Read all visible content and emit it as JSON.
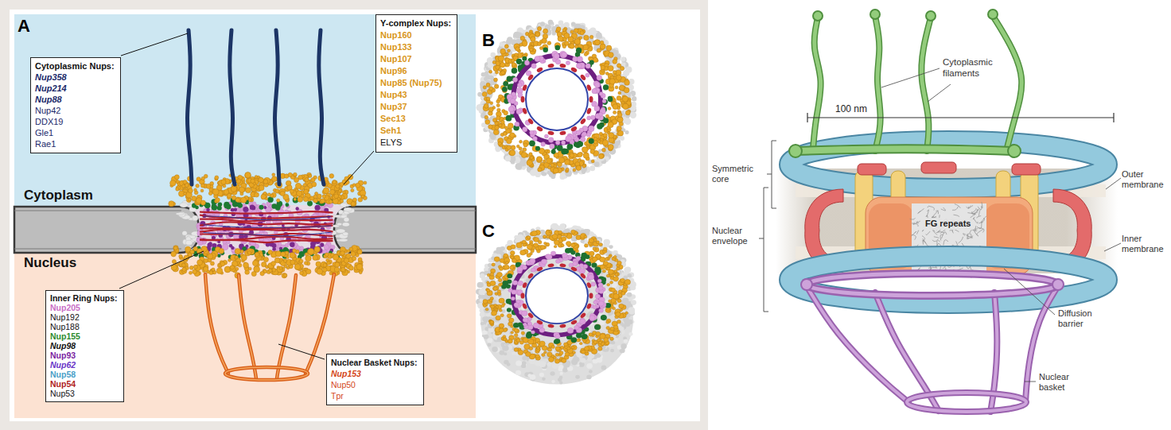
{
  "diagram": {
    "nodes": [
      {
        "text": [
          "Cytoplasmic Nups:",
          "Nup358",
          "Nup214",
          "Nup88",
          "Nup42",
          "DDX19",
          "Gle1",
          "Rae1"
        ]
      },
      {
        "text": [
          "Y-complex Nups:",
          "Nup160",
          "Nup133",
          "Nup107",
          "Nup96",
          "Nup85 (Nup75)",
          "Nup43",
          "Nup37",
          "Sec13",
          "Seh1",
          "ELYS"
        ]
      },
      {
        "text": [
          "Inner Ring Nups:",
          "Nup205",
          "Nup192",
          "Nup188",
          "Nup155",
          "Nup98",
          "Nup93",
          "Nup62",
          "Nup58",
          "Nup54",
          "Nup53"
        ]
      },
      {
        "text": [
          "Nuclear Basket Nups:",
          "Nup153",
          "Nup50",
          "Tpr"
        ]
      },
      {
        "text": [
          "FG repeats"
        ]
      }
    ],
    "labels": [
      "A",
      "Cytoplasm",
      "Nucleus",
      "B",
      "C",
      "Cytoplasmic filaments",
      "100 nm",
      "Symmetric core",
      "Outer membrane",
      "Nuclear envelope",
      "Inner membrane",
      "Diffusion barrier",
      "Nuclear basket"
    ]
  }
}
